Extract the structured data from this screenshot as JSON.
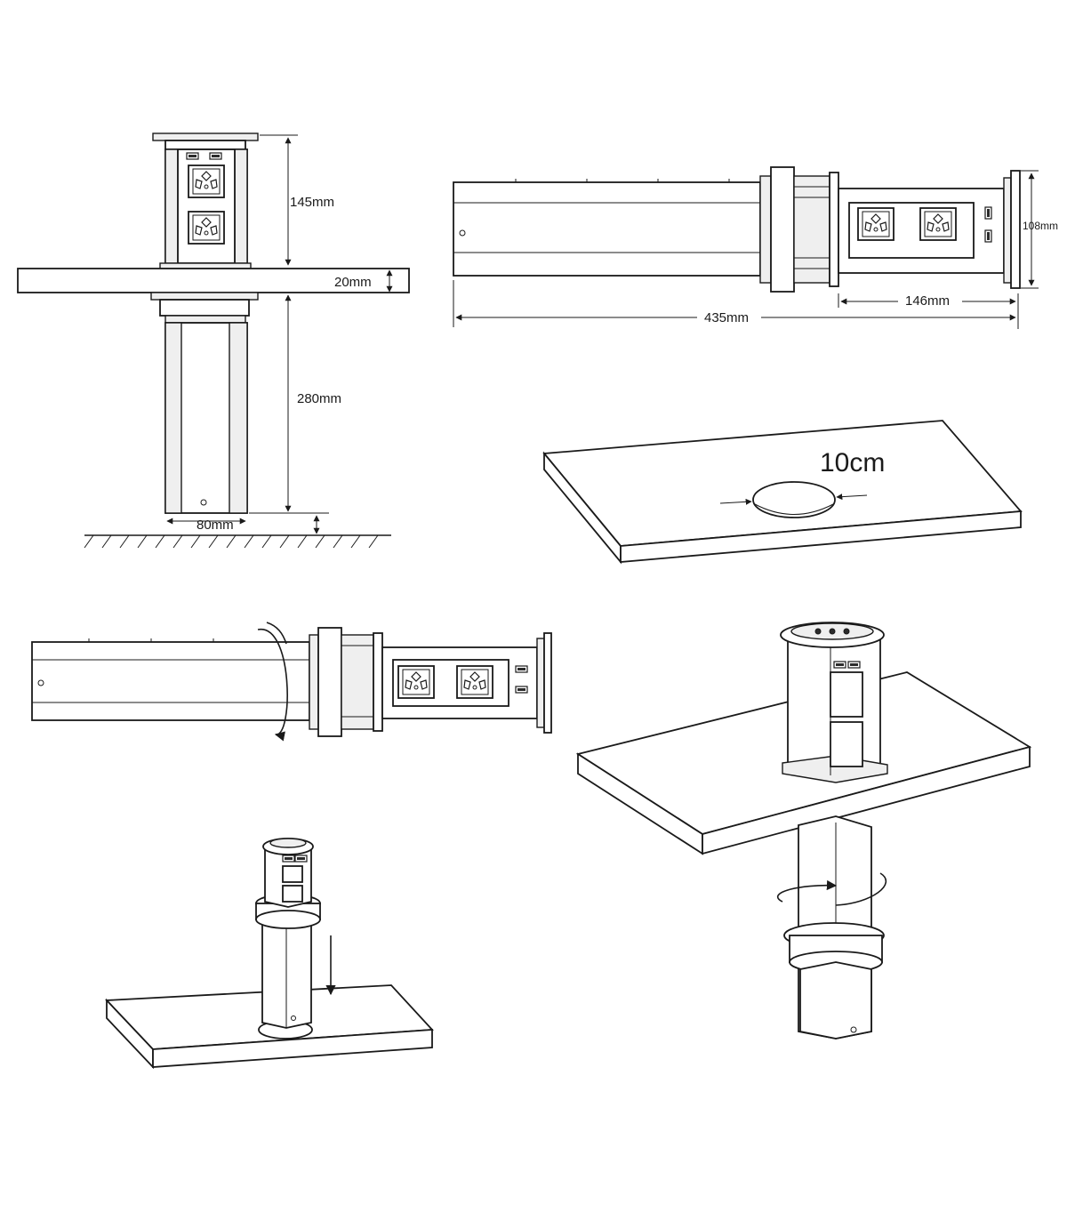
{
  "dimensions": {
    "pop_height": "145mm",
    "counter_thickness": "20mm",
    "body_depth": "280mm",
    "body_width": "80mm",
    "total_length": "435mm",
    "panel_length": "146mm",
    "head_height": "108mm",
    "hole_diameter": "10cm"
  }
}
